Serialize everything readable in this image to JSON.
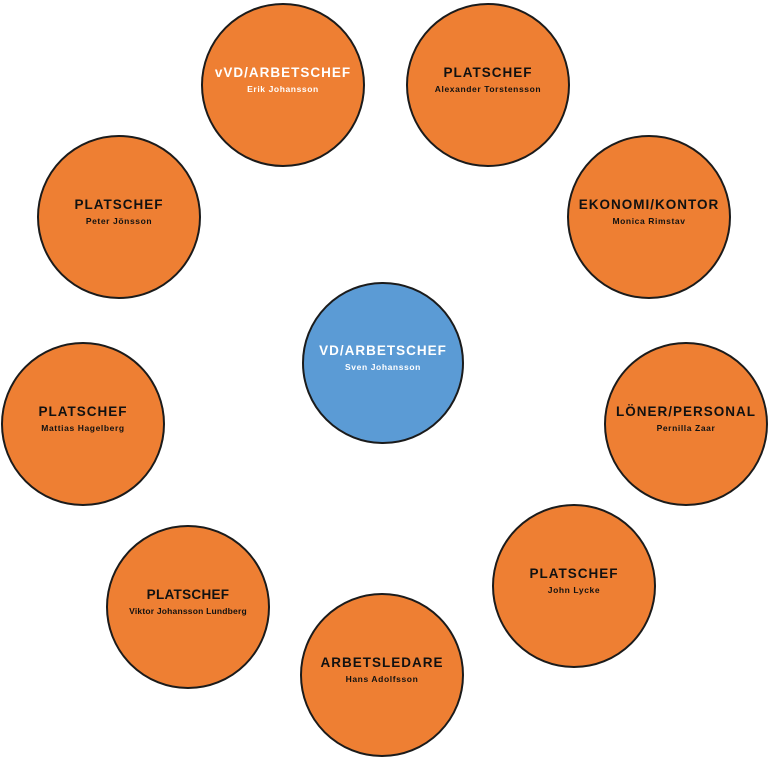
{
  "center": {
    "role": "VD/ARBETSCHEF",
    "person": "Sven Johansson"
  },
  "nodes": [
    {
      "role": "vVD/ARBETSCHEF",
      "person": "Erik Johansson"
    },
    {
      "role": "PLATSCHEF",
      "person": "Alexander Torstensson"
    },
    {
      "role": "EKONOMI/KONTOR",
      "person": "Monica Rimstav"
    },
    {
      "role": "LÖNER/PERSONAL",
      "person": "Pernilla Zaar"
    },
    {
      "role": "PLATSCHEF",
      "person": "John Lycke"
    },
    {
      "role": "ARBETSLEDARE",
      "person": "Hans Adolfsson"
    },
    {
      "role": "PLATSCHEF",
      "person": "Viktor Johansson Lundberg"
    },
    {
      "role": "PLATSCHEF",
      "person": "Mattias Hagelberg"
    },
    {
      "role": "PLATSCHEF",
      "person": "Peter Jönsson"
    }
  ],
  "colors": {
    "outer": "#ee7f33",
    "center": "#5b9bd5",
    "outline": "#1b1b1b"
  }
}
